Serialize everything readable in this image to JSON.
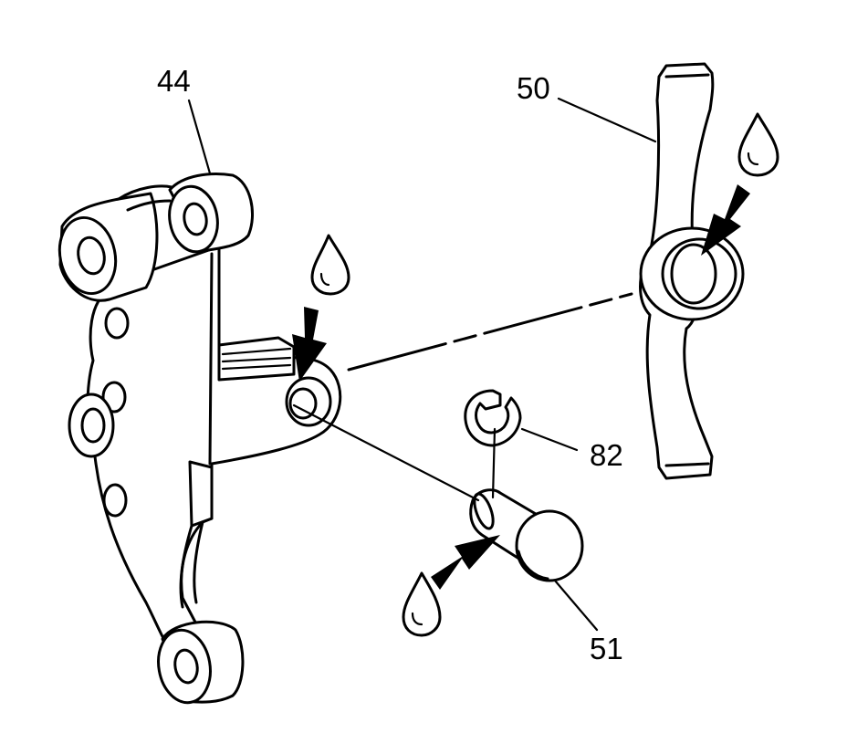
{
  "callouts": [
    {
      "id": "44",
      "label": "44"
    },
    {
      "id": "50",
      "label": "50"
    },
    {
      "id": "82",
      "label": "82"
    },
    {
      "id": "51",
      "label": "51"
    }
  ],
  "colors": {
    "line": "#000000",
    "background": "#ffffff",
    "fill": "#ffffff"
  },
  "icons": [
    "oil-drop-icon",
    "arrow-icon"
  ]
}
